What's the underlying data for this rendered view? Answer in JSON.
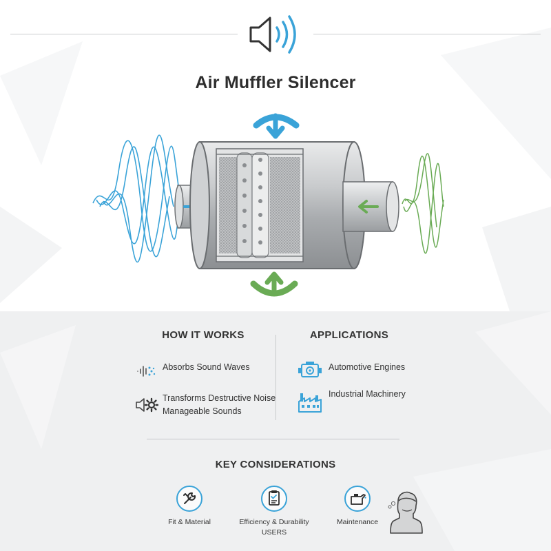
{
  "title": "Air Muffler Silencer",
  "how_it_works": {
    "heading": "HOW IT WORKS",
    "items": [
      {
        "label": "Absorbs Sound Waves",
        "icon": "sound-wave-icon"
      },
      {
        "label_line1": "Transforms Destructive Noise",
        "label_line2": "Manageable Sounds",
        "icon": "speaker-gear-icon"
      }
    ]
  },
  "applications": {
    "heading": "APPLICATIONS",
    "items": [
      {
        "label": "Automotive Engines",
        "icon": "engine-icon"
      },
      {
        "label": "Industrial Machinery",
        "icon": "factory-icon"
      }
    ]
  },
  "key_considerations": {
    "heading": "KEY CONSIDERATIONS",
    "items": [
      {
        "label": "Fit & Material",
        "icon": "wrench-icon"
      },
      {
        "label_line1": "Efficiency & Durability",
        "label_line2": "USERS",
        "icon": "clipboard-check-icon"
      },
      {
        "label": "Maintenance",
        "icon": "oil-can-icon"
      }
    ]
  },
  "colors": {
    "blue": "#3aa3d8",
    "green": "#6aab55",
    "metal": "#b9bcbf",
    "text": "#2e2e2e"
  }
}
